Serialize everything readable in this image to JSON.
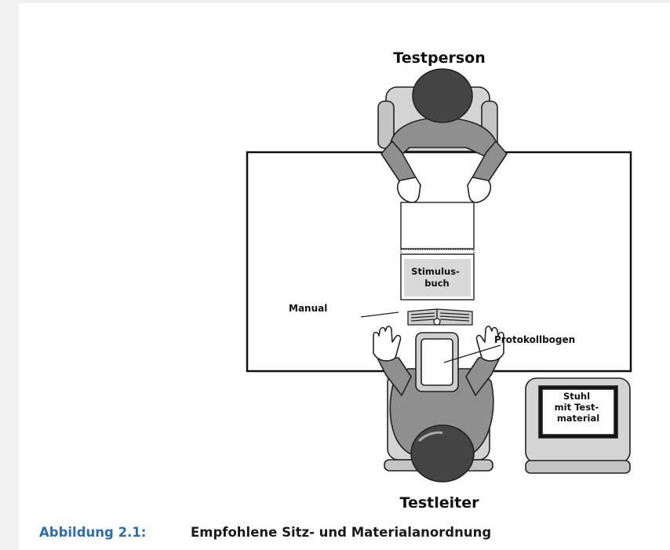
{
  "figure": {
    "labels": {
      "testperson": "Testperson",
      "testleiter": "Testleiter",
      "manual": "Manual",
      "protokollbogen": "Protokollbogen",
      "stimulusbuch": [
        "Stimulus-",
        "buch"
      ],
      "stuhl": [
        "Stuhl",
        "mit Test-",
        "material"
      ]
    },
    "caption": {
      "number": "Abbildung 2.1:",
      "text": "Empfohlene Sitz- und Materialanordnung"
    }
  },
  "colors": {
    "caption_number": "#2a6db5",
    "figure_gray": "#8c8c8c",
    "head": "#444444",
    "chair": "#d2d2d2"
  }
}
